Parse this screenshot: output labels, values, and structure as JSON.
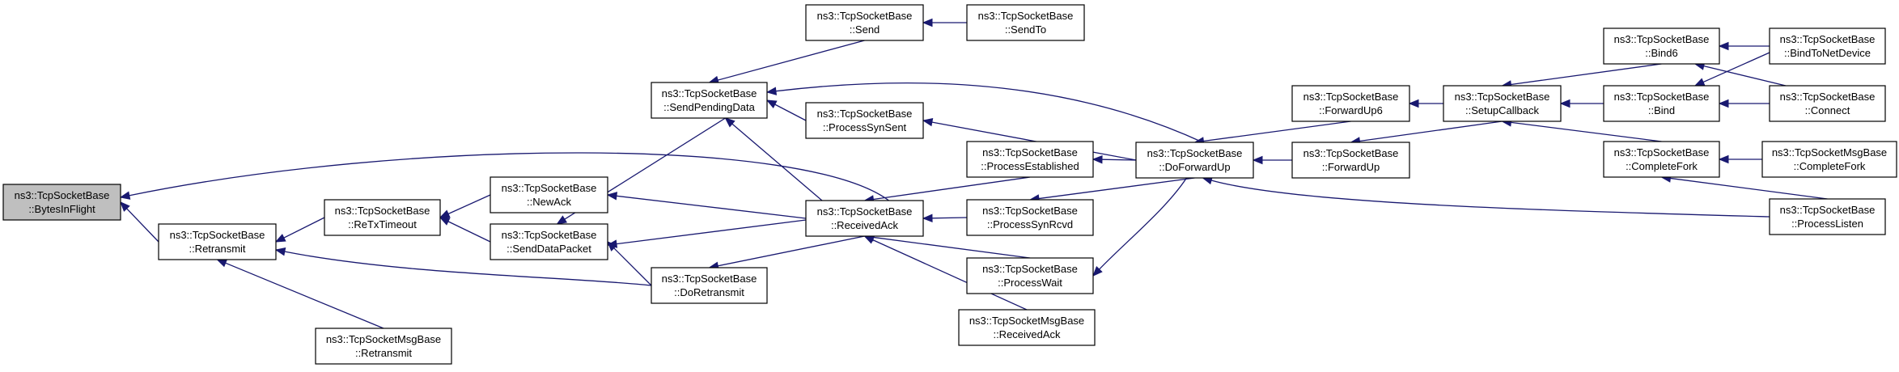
{
  "chart_data": {
    "type": "call-graph",
    "nodes": [
      {
        "id": "bif",
        "line1": "ns3::TcpSocketBase",
        "line2": "::BytesInFlight",
        "highlight": true
      },
      {
        "id": "rt",
        "line1": "ns3::TcpSocketBase",
        "line2": "::Retransmit"
      },
      {
        "id": "rtt",
        "line1": "ns3::TcpSocketBase",
        "line2": "::ReTxTimeout"
      },
      {
        "id": "msgrt",
        "line1": "ns3::TcpSocketMsgBase",
        "line2": "::Retransmit"
      },
      {
        "id": "newack",
        "line1": "ns3::TcpSocketBase",
        "line2": "::NewAck"
      },
      {
        "id": "sdp",
        "line1": "ns3::TcpSocketBase",
        "line2": "::SendDataPacket"
      },
      {
        "id": "spd",
        "line1": "ns3::TcpSocketBase",
        "line2": "::SendPendingData"
      },
      {
        "id": "dort",
        "line1": "ns3::TcpSocketBase",
        "line2": "::DoRetransmit"
      },
      {
        "id": "send",
        "line1": "ns3::TcpSocketBase",
        "line2": "::Send"
      },
      {
        "id": "sendto",
        "line1": "ns3::TcpSocketBase",
        "line2": "::SendTo"
      },
      {
        "id": "pss",
        "line1": "ns3::TcpSocketBase",
        "line2": "::ProcessSynSent"
      },
      {
        "id": "ra",
        "line1": "ns3::TcpSocketBase",
        "line2": "::ReceivedAck"
      },
      {
        "id": "pe",
        "line1": "ns3::TcpSocketBase",
        "line2": "::ProcessEstablished"
      },
      {
        "id": "psr",
        "line1": "ns3::TcpSocketBase",
        "line2": "::ProcessSynRcvd"
      },
      {
        "id": "pw",
        "line1": "ns3::TcpSocketBase",
        "line2": "::ProcessWait"
      },
      {
        "id": "msgra",
        "line1": "ns3::TcpSocketMsgBase",
        "line2": "::ReceivedAck"
      },
      {
        "id": "dfu",
        "line1": "ns3::TcpSocketBase",
        "line2": "::DoForwardUp"
      },
      {
        "id": "fu6",
        "line1": "ns3::TcpSocketBase",
        "line2": "::ForwardUp6"
      },
      {
        "id": "fu",
        "line1": "ns3::TcpSocketBase",
        "line2": "::ForwardUp"
      },
      {
        "id": "scb",
        "line1": "ns3::TcpSocketBase",
        "line2": "::SetupCallback"
      },
      {
        "id": "bind6",
        "line1": "ns3::TcpSocketBase",
        "line2": "::Bind6"
      },
      {
        "id": "bind",
        "line1": "ns3::TcpSocketBase",
        "line2": "::Bind"
      },
      {
        "id": "cf",
        "line1": "ns3::TcpSocketBase",
        "line2": "::CompleteFork"
      },
      {
        "id": "btnd",
        "line1": "ns3::TcpSocketBase",
        "line2": "::BindToNetDevice"
      },
      {
        "id": "connect",
        "line1": "ns3::TcpSocketBase",
        "line2": "::Connect"
      },
      {
        "id": "msgcf",
        "line1": "ns3::TcpSocketMsgBase",
        "line2": "::CompleteFork"
      },
      {
        "id": "pl",
        "line1": "ns3::TcpSocketBase",
        "line2": "::ProcessListen"
      }
    ],
    "edges": [
      {
        "from": "rt",
        "to": "bif"
      },
      {
        "from": "ra",
        "to": "bif"
      },
      {
        "from": "rtt",
        "to": "rt"
      },
      {
        "from": "dort",
        "to": "rt"
      },
      {
        "from": "msgrt",
        "to": "rt"
      },
      {
        "from": "newack",
        "to": "rtt"
      },
      {
        "from": "sdp",
        "to": "rtt"
      },
      {
        "from": "ra",
        "to": "newack"
      },
      {
        "from": "spd",
        "to": "sdp"
      },
      {
        "from": "ra",
        "to": "sdp"
      },
      {
        "from": "dort",
        "to": "sdp"
      },
      {
        "from": "send",
        "to": "spd"
      },
      {
        "from": "pss",
        "to": "spd"
      },
      {
        "from": "ra",
        "to": "spd"
      },
      {
        "from": "dfu",
        "to": "spd"
      },
      {
        "from": "ra",
        "to": "dort"
      },
      {
        "from": "sendto",
        "to": "send"
      },
      {
        "from": "dfu",
        "to": "pss"
      },
      {
        "from": "pe",
        "to": "ra"
      },
      {
        "from": "psr",
        "to": "ra"
      },
      {
        "from": "pw",
        "to": "ra"
      },
      {
        "from": "msgra",
        "to": "ra"
      },
      {
        "from": "dfu",
        "to": "pe"
      },
      {
        "from": "dfu",
        "to": "psr"
      },
      {
        "from": "dfu",
        "to": "pw"
      },
      {
        "from": "fu6",
        "to": "dfu"
      },
      {
        "from": "fu",
        "to": "dfu"
      },
      {
        "from": "pl",
        "to": "dfu"
      },
      {
        "from": "scb",
        "to": "fu6"
      },
      {
        "from": "scb",
        "to": "fu"
      },
      {
        "from": "bind6",
        "to": "scb"
      },
      {
        "from": "bind",
        "to": "scb"
      },
      {
        "from": "cf",
        "to": "scb"
      },
      {
        "from": "btnd",
        "to": "bind6"
      },
      {
        "from": "connect",
        "to": "bind6"
      },
      {
        "from": "btnd",
        "to": "bind"
      },
      {
        "from": "connect",
        "to": "bind"
      },
      {
        "from": "msgcf",
        "to": "cf"
      },
      {
        "from": "pl",
        "to": "cf"
      }
    ]
  }
}
